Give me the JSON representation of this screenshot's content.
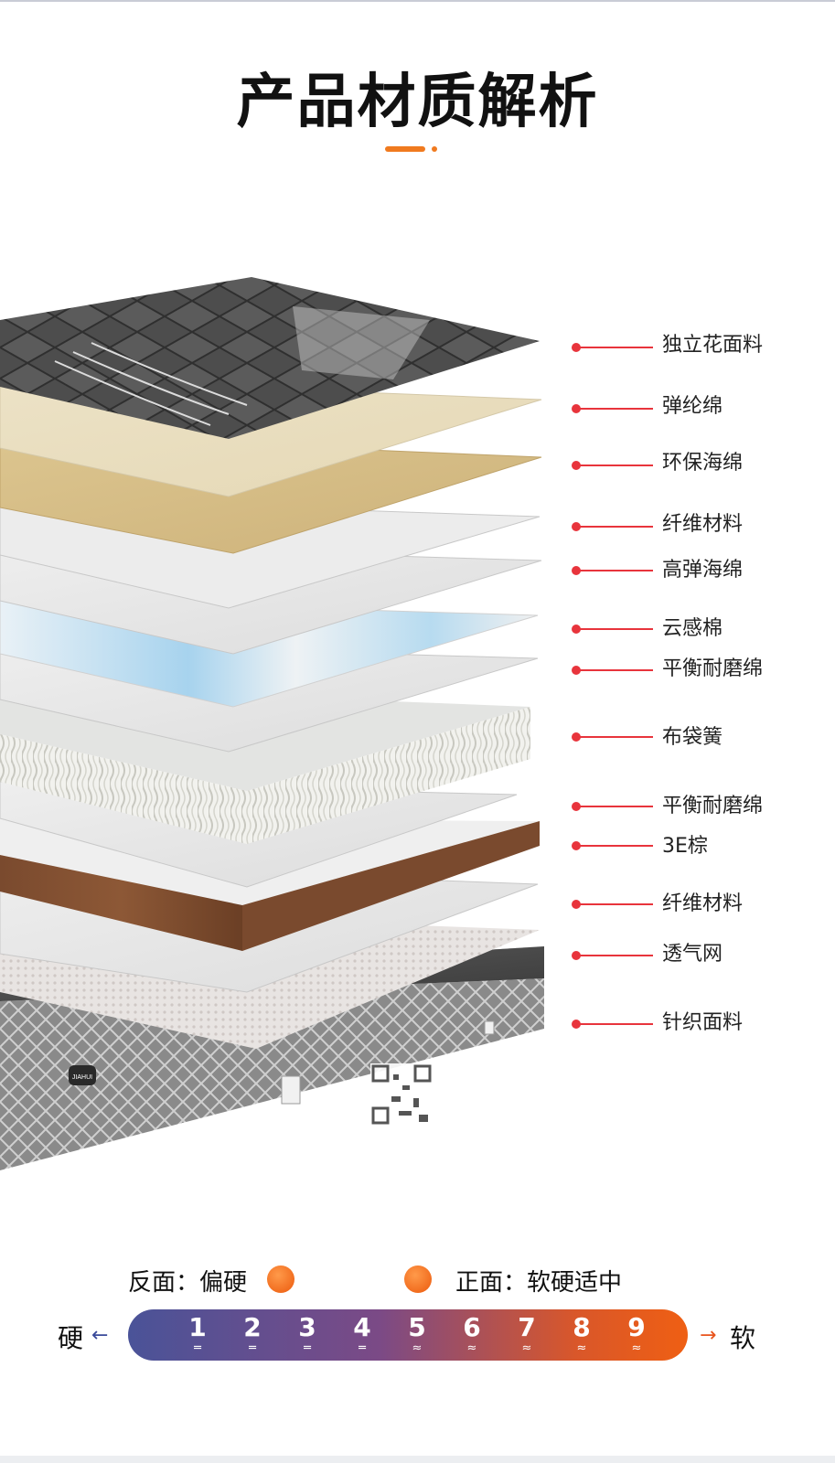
{
  "title": "产品材质解析",
  "layers": [
    "独立花面料",
    "弹纶绵",
    "环保海绵",
    "纤维材料",
    "高弹海绵",
    "云感棉",
    "平衡耐磨绵",
    "布袋簧",
    "平衡耐磨绵",
    "3E棕",
    "纤维材料",
    "透气网",
    "针织面料"
  ],
  "brand_tag": "JIAHUI",
  "firmness": {
    "back_side": "反面：偏硬",
    "front_side": "正面：软硬适中",
    "hard_label": "硬",
    "soft_label": "软",
    "scale": [
      "1",
      "2",
      "3",
      "4",
      "5",
      "6",
      "7",
      "8",
      "9"
    ]
  },
  "colors": {
    "accent": "#f07a1f",
    "scale_start": "#4a5398",
    "scale_end": "#ef5f13",
    "leader_line": "#e8343c"
  }
}
